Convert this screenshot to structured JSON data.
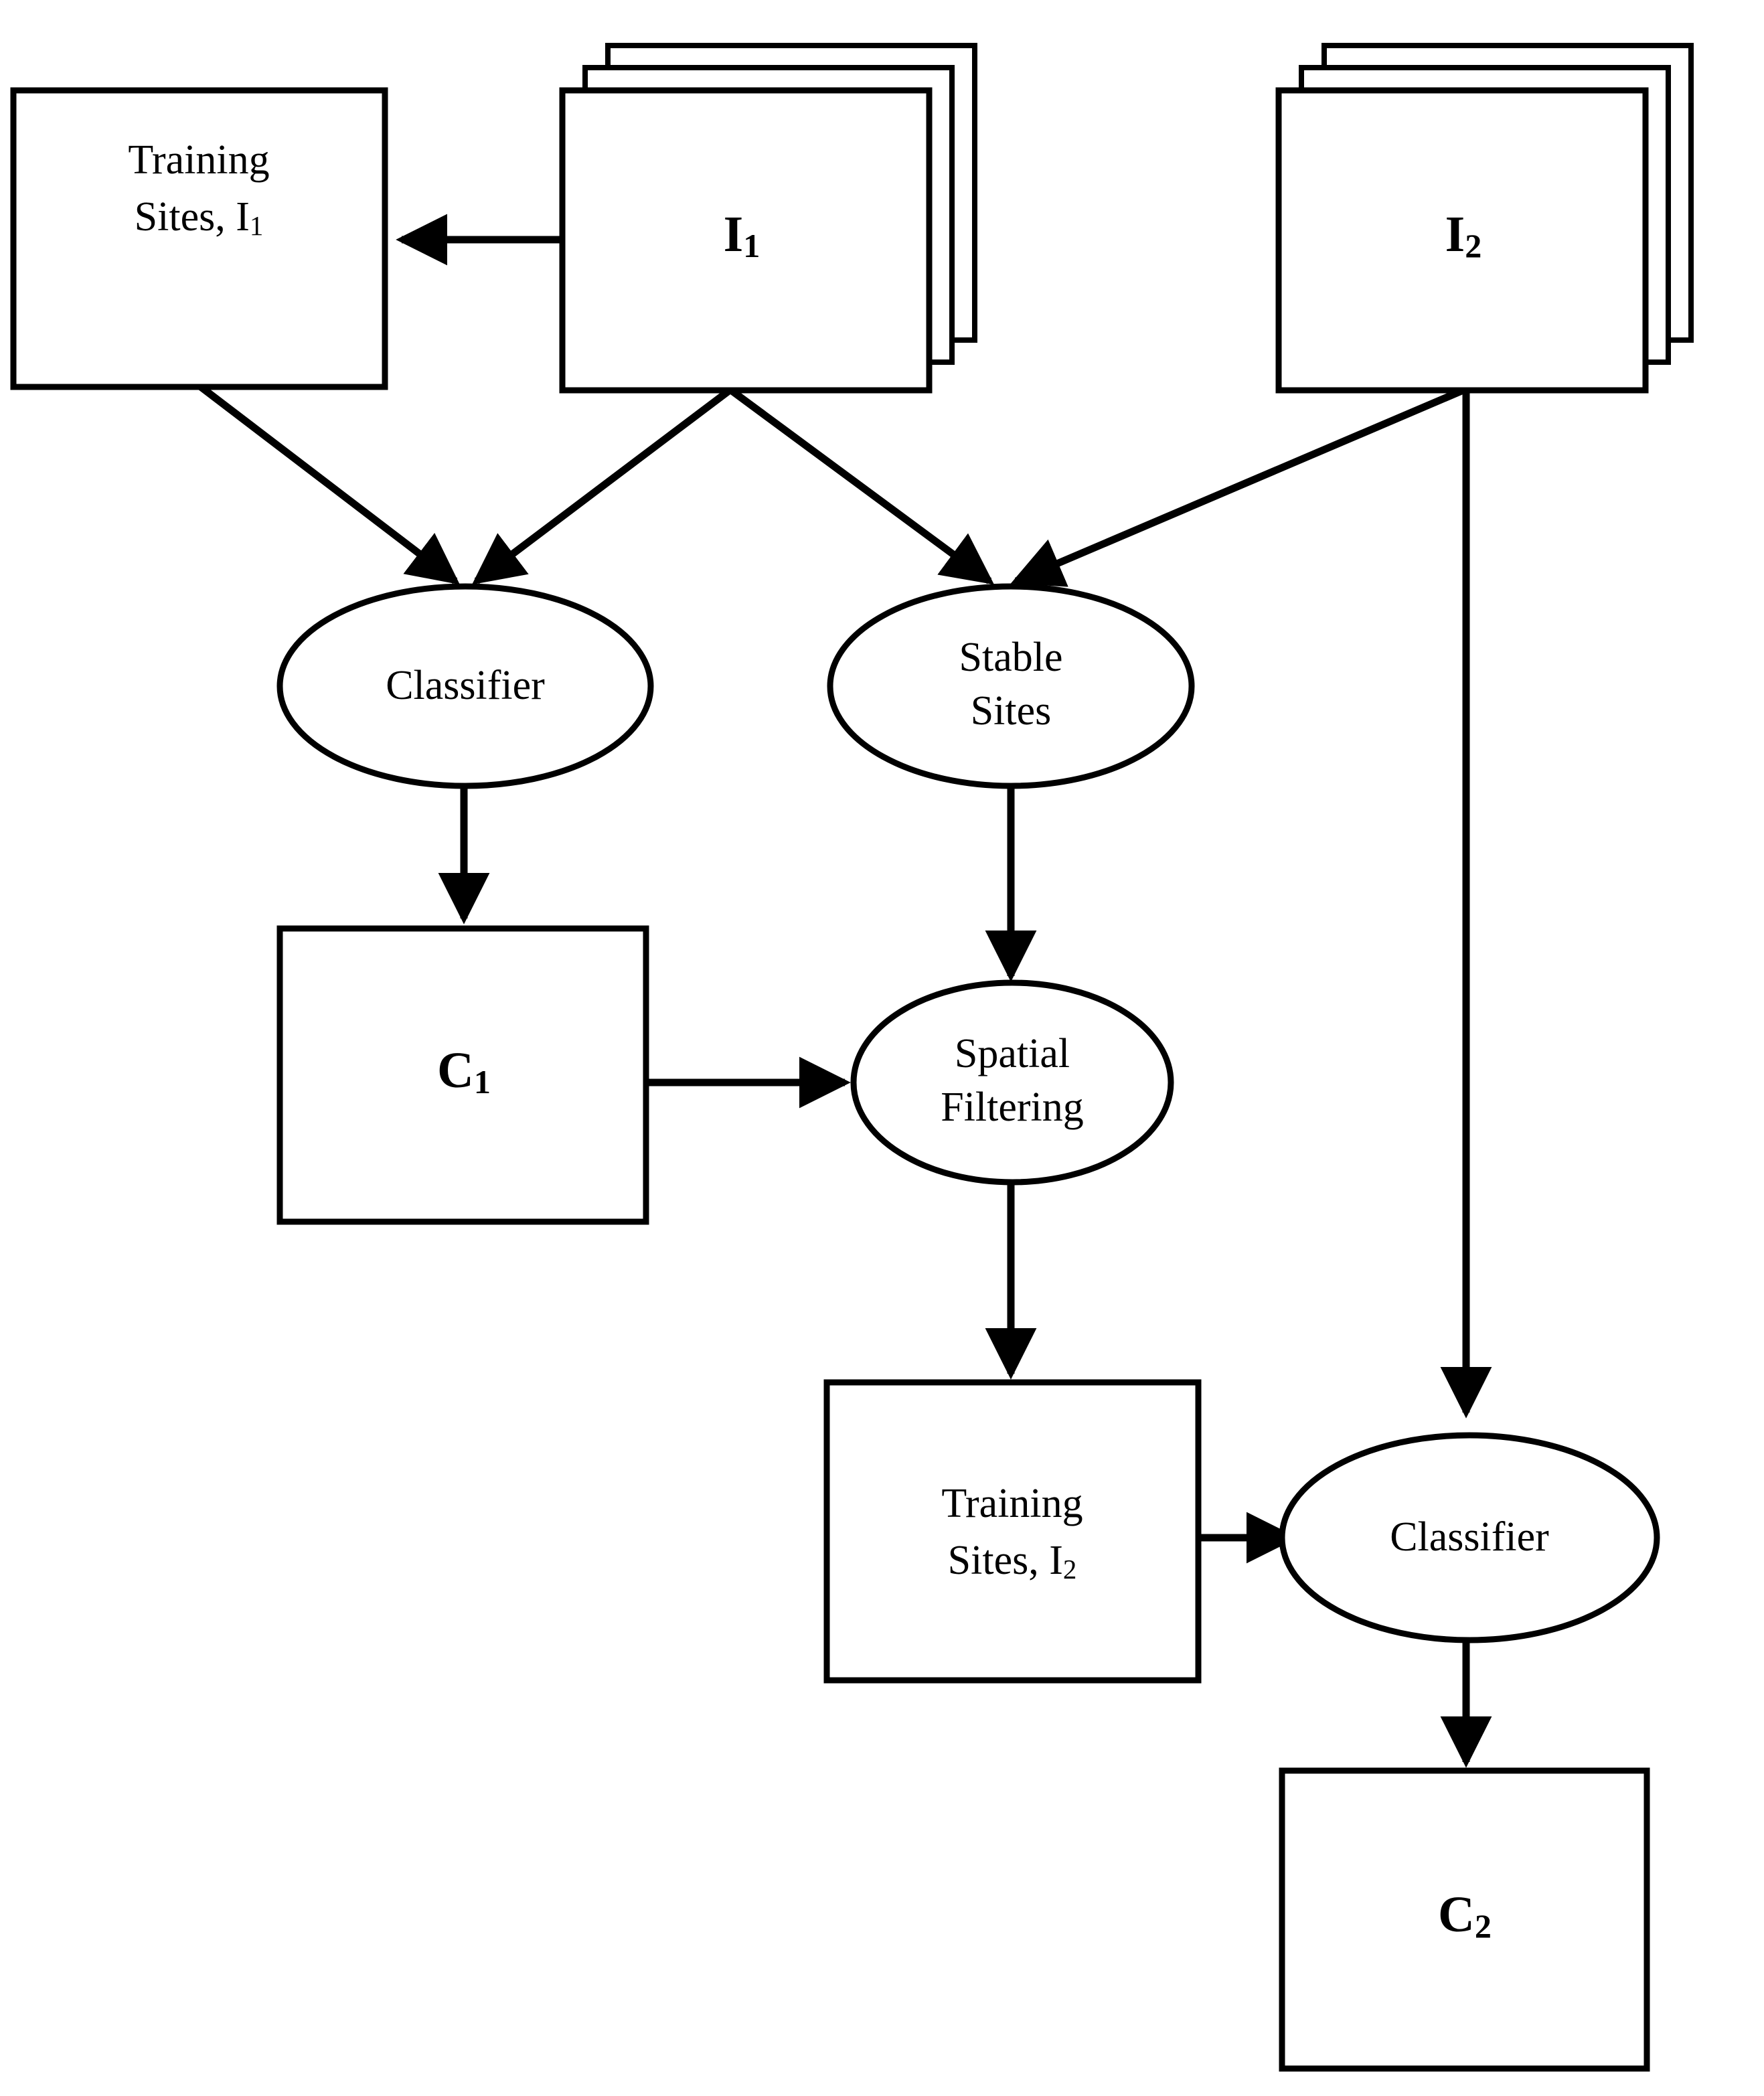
{
  "diagram": {
    "title": "Two-stage image classification flowchart",
    "background_color": "#ffffff",
    "stroke_color": "#000000",
    "nodes": [
      {
        "id": "training-sites-i1",
        "shape": "rectangle",
        "label_line1": "Training",
        "label_line2": "Sites, I",
        "label_sub": "1"
      },
      {
        "id": "images-i1",
        "shape": "stacked-rectangle",
        "stack_count": 3,
        "label": "I",
        "label_sub": "1",
        "bold": true
      },
      {
        "id": "images-i2",
        "shape": "stacked-rectangle",
        "stack_count": 3,
        "label": "I",
        "label_sub": "2",
        "bold": true
      },
      {
        "id": "classifier-top",
        "shape": "ellipse",
        "label": "Classifier"
      },
      {
        "id": "stable-sites",
        "shape": "ellipse",
        "label_line1": "Stable",
        "label_line2": "Sites"
      },
      {
        "id": "c1",
        "shape": "rectangle",
        "label": "C",
        "label_sub": "1",
        "bold": true
      },
      {
        "id": "spatial-filtering",
        "shape": "ellipse",
        "label_line1": "Spatial",
        "label_line2": "Filtering"
      },
      {
        "id": "training-sites-i2",
        "shape": "rectangle",
        "label_line1": "Training",
        "label_line2": "Sites, I",
        "label_sub": "2"
      },
      {
        "id": "classifier-bottom",
        "shape": "ellipse",
        "label": "Classifier"
      },
      {
        "id": "c2",
        "shape": "rectangle",
        "label": "C",
        "label_sub": "2",
        "bold": true
      }
    ],
    "edges": [
      {
        "id": "i1-to-training-sites-i1",
        "from": "images-i1",
        "to": "training-sites-i1",
        "arrow": true
      },
      {
        "id": "training-sites-i1-to-classifier-top",
        "from": "training-sites-i1",
        "to": "classifier-top",
        "arrow": true
      },
      {
        "id": "i1-to-classifier-top",
        "from": "images-i1",
        "to": "classifier-top",
        "arrow": true
      },
      {
        "id": "i1-to-stable-sites",
        "from": "images-i1",
        "to": "stable-sites",
        "arrow": true
      },
      {
        "id": "i2-to-stable-sites",
        "from": "images-i2",
        "to": "stable-sites",
        "arrow": true
      },
      {
        "id": "classifier-top-to-c1",
        "from": "classifier-top",
        "to": "c1",
        "arrow": true
      },
      {
        "id": "stable-sites-to-spatial-filtering",
        "from": "stable-sites",
        "to": "spatial-filtering",
        "arrow": true
      },
      {
        "id": "c1-to-spatial-filtering",
        "from": "c1",
        "to": "spatial-filtering",
        "arrow": true
      },
      {
        "id": "spatial-filtering-to-training-sites-i2",
        "from": "spatial-filtering",
        "to": "training-sites-i2",
        "arrow": true
      },
      {
        "id": "training-sites-i2-to-classifier-bottom",
        "from": "training-sites-i2",
        "to": "classifier-bottom",
        "arrow": true
      },
      {
        "id": "i2-to-classifier-bottom",
        "from": "images-i2",
        "to": "classifier-bottom",
        "arrow": true
      },
      {
        "id": "classifier-bottom-to-c2",
        "from": "classifier-bottom",
        "to": "c2",
        "arrow": true
      }
    ]
  }
}
